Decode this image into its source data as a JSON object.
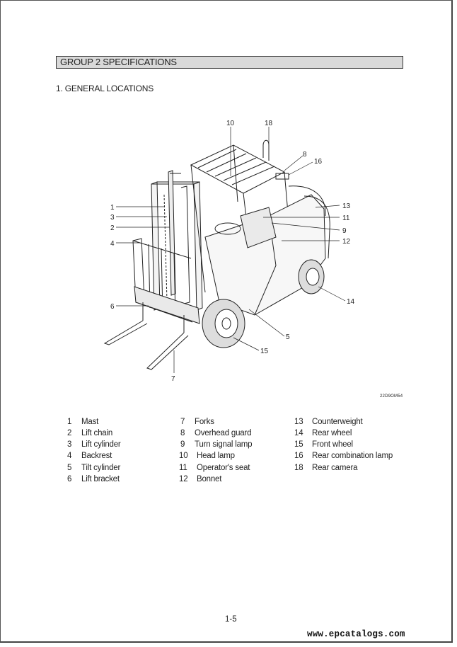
{
  "header": {
    "group_title": "GROUP 2  SPECIFICATIONS"
  },
  "section": {
    "title": "1. GENERAL LOCATIONS"
  },
  "figure": {
    "code": "22D9OM54",
    "callouts": [
      "10",
      "18",
      "8",
      "16",
      "13",
      "1",
      "3",
      "2",
      "11",
      "9",
      "12",
      "4",
      "6",
      "14",
      "5",
      "15",
      "7"
    ]
  },
  "legend": {
    "columns": [
      [
        {
          "num": "1",
          "label": "Mast"
        },
        {
          "num": "2",
          "label": "Lift chain"
        },
        {
          "num": "3",
          "label": "Lift cylinder"
        },
        {
          "num": "4",
          "label": "Backrest"
        },
        {
          "num": "5",
          "label": "Tilt cylinder"
        },
        {
          "num": "6",
          "label": "Lift bracket"
        }
      ],
      [
        {
          "num": "7",
          "label": "Forks"
        },
        {
          "num": "8",
          "label": "Overhead guard"
        },
        {
          "num": "9",
          "label": "Turn signal lamp"
        },
        {
          "num": "10",
          "label": "Head lamp"
        },
        {
          "num": "11",
          "label": "Operator's seat"
        },
        {
          "num": "12",
          "label": "Bonnet"
        }
      ],
      [
        {
          "num": "13",
          "label": "Counterweight"
        },
        {
          "num": "14",
          "label": "Rear wheel"
        },
        {
          "num": "15",
          "label": "Front wheel"
        },
        {
          "num": "16",
          "label": "Rear combination lamp"
        },
        {
          "num": "18",
          "label": "Rear camera"
        }
      ]
    ]
  },
  "footer": {
    "page_number": "1-5",
    "url": "www.epcatalogs.com"
  }
}
